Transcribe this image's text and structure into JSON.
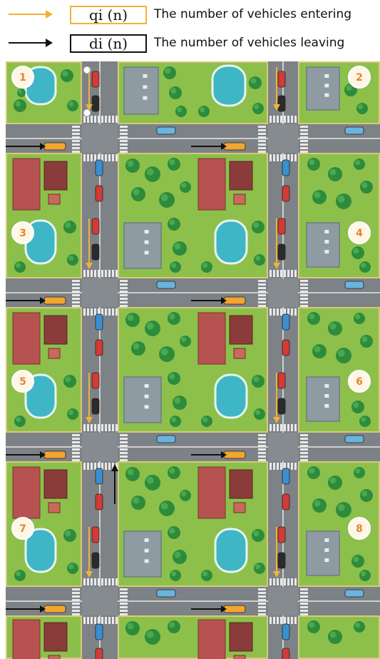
{
  "legend": {
    "entering": {
      "symbol": "qi (n)",
      "text": "The number of vehicles entering",
      "color": "#f2b233"
    },
    "leaving": {
      "symbol": "di (n)",
      "text": "The number of vehicles leaving",
      "color": "#111111"
    }
  },
  "blocks": [
    {
      "number": "1"
    },
    {
      "number": "2"
    },
    {
      "number": "3"
    },
    {
      "number": "4"
    },
    {
      "number": "5"
    },
    {
      "number": "6"
    },
    {
      "number": "7"
    },
    {
      "number": "8"
    }
  ],
  "colors": {
    "grass": "#8cc04b",
    "grass_edge": "#d9c97a",
    "road": "#7d8286",
    "sidewalk": "#a8acb0",
    "pond": "#3fb6c6",
    "pond_edge": "#e7f4ef",
    "tree": "#2e8b3c",
    "tree_light": "#49a94f",
    "house_roof": "#b6524f",
    "house_roof_dark": "#8a3c3a",
    "parking": "#8f9ba3",
    "marker": "#fff6e6",
    "marker_text": "#e0863a"
  }
}
